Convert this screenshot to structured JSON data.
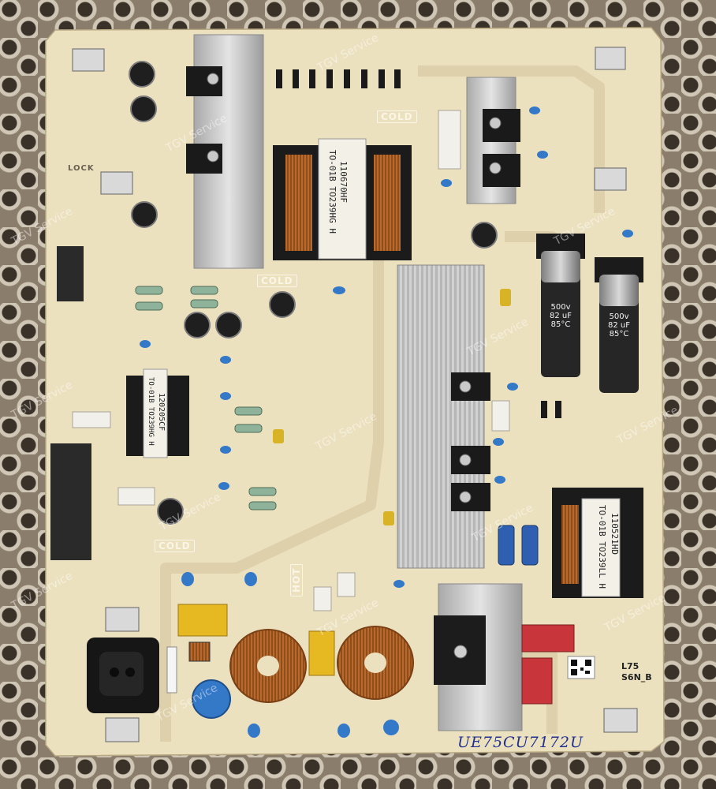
{
  "scene": {
    "subject": "TV power supply board",
    "colors": {
      "pcb": "#ece1bf",
      "trace": "#d9cca6",
      "heatsink": "#c8c8c8",
      "capacitor_body": "#1e1e1e",
      "film_cap": "#e6b822",
      "coil_copper": "#b86a2c",
      "x_cap_red": "#c8363c",
      "y_cap_blue": "#3478c8",
      "background": "#8b7d6b"
    }
  },
  "silkscreen": {
    "cold_top": "COLD",
    "cold_mid": "COLD",
    "cold_bottom": "COLD",
    "hot": "HOT",
    "lock": "LOCK",
    "model_code": "L75",
    "model_rev": "S6N_B"
  },
  "transformers": {
    "main_line1": "110670HF",
    "main_line2": "TO-01B TO239HG H",
    "standby_line1": "120205CF",
    "standby_line2": "TO-01B TO239HG H",
    "pfc_line1": "110521HD",
    "pfc_line2": "TO-01B TO239LL H"
  },
  "capacitors": {
    "bulk_left_voltage": "500v",
    "bulk_left_cap": "82 uF",
    "bulk_left_temp": "85°C",
    "bulk_right_voltage": "500v",
    "bulk_right_cap": "82 uF",
    "bulk_right_temp": "85°C"
  },
  "watermark": {
    "text": "TGV Service"
  },
  "handwriting": {
    "text": "UE75CU7172U"
  }
}
